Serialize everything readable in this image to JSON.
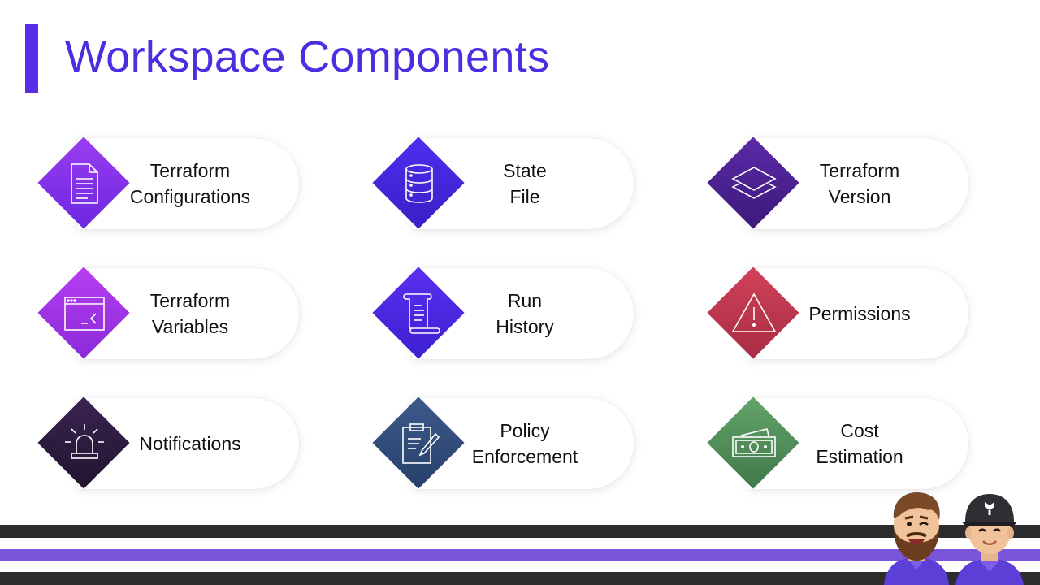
{
  "title": "Workspace Components",
  "colors": {
    "title": "#4b2ee0",
    "accent_bar": "#5a2ee6",
    "stripe_dark": "#2d2d2d",
    "stripe_purple": "#7a55da"
  },
  "components": [
    {
      "label": "Terraform\nConfigurations",
      "icon": "document-icon",
      "color_a": "#9b3cf0",
      "color_b": "#6b28e0"
    },
    {
      "label": "State\nFile",
      "icon": "database-icon",
      "color_a": "#4f2df0",
      "color_b": "#3a1fc4"
    },
    {
      "label": "Terraform\nVersion",
      "icon": "layers-icon",
      "color_a": "#5a2aa8",
      "color_b": "#3c1a7a"
    },
    {
      "label": "Terraform\nVariables",
      "icon": "terminal-window-icon",
      "color_a": "#b53ef0",
      "color_b": "#8a2ad8"
    },
    {
      "label": "Run\nHistory",
      "icon": "scroll-icon",
      "color_a": "#5a30f0",
      "color_b": "#3d1fd0"
    },
    {
      "label": "Permissions",
      "icon": "warning-icon",
      "color_a": "#d04258",
      "color_b": "#a82c44"
    },
    {
      "label": "Notifications",
      "icon": "alarm-siren-icon",
      "color_a": "#3a2450",
      "color_b": "#22142f"
    },
    {
      "label": "Policy\nEnforcement",
      "icon": "clipboard-pen-icon",
      "color_a": "#3e5a8a",
      "color_b": "#26406a"
    },
    {
      "label": "Cost\nEstimation",
      "icon": "money-icon",
      "color_a": "#63a36a",
      "color_b": "#3f7a4a"
    }
  ]
}
